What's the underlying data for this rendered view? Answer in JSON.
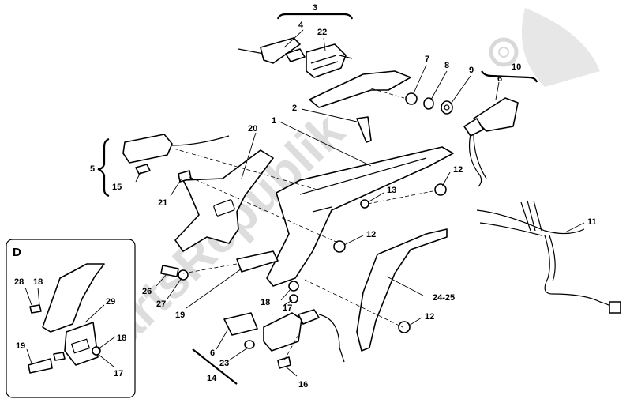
{
  "watermark": "PartsRepublik",
  "inset": {
    "label": "D"
  },
  "callouts": [
    {
      "id": "c3",
      "text": "3"
    },
    {
      "id": "c4",
      "text": "4"
    },
    {
      "id": "c22",
      "text": "22"
    },
    {
      "id": "c7",
      "text": "7"
    },
    {
      "id": "c8",
      "text": "8"
    },
    {
      "id": "c9",
      "text": "9"
    },
    {
      "id": "c10",
      "text": "10"
    },
    {
      "id": "c6a",
      "text": "6"
    },
    {
      "id": "c2",
      "text": "2"
    },
    {
      "id": "c1",
      "text": "1"
    },
    {
      "id": "c20",
      "text": "20"
    },
    {
      "id": "c5",
      "text": "5"
    },
    {
      "id": "c15",
      "text": "15"
    },
    {
      "id": "c21",
      "text": "21"
    },
    {
      "id": "c12a",
      "text": "12"
    },
    {
      "id": "c13",
      "text": "13"
    },
    {
      "id": "c11",
      "text": "11"
    },
    {
      "id": "c12b",
      "text": "12"
    },
    {
      "id": "c26",
      "text": "26"
    },
    {
      "id": "c27",
      "text": "27"
    },
    {
      "id": "c19a",
      "text": "19"
    },
    {
      "id": "c18a",
      "text": "18"
    },
    {
      "id": "c17a",
      "text": "17"
    },
    {
      "id": "c2425",
      "text": "24-25"
    },
    {
      "id": "c12c",
      "text": "12"
    },
    {
      "id": "c6b",
      "text": "6"
    },
    {
      "id": "c23",
      "text": "23"
    },
    {
      "id": "c14",
      "text": "14"
    },
    {
      "id": "c16",
      "text": "16"
    },
    {
      "id": "c28",
      "text": "28"
    },
    {
      "id": "c18b",
      "text": "18"
    },
    {
      "id": "c29",
      "text": "29"
    },
    {
      "id": "c19b",
      "text": "19"
    },
    {
      "id": "c18c",
      "text": "18"
    },
    {
      "id": "c17b",
      "text": "17"
    }
  ]
}
